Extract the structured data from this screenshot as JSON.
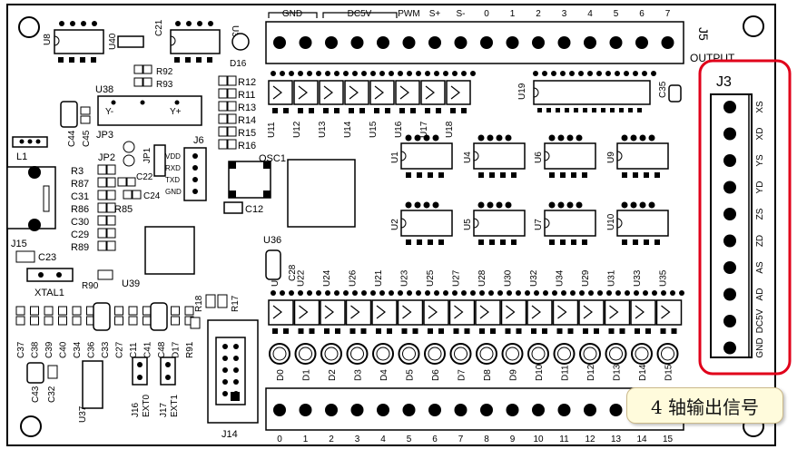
{
  "board": {
    "output_header": {
      "group_labels": {
        "gnd": "GND",
        "dc5v": "DC5V"
      },
      "pin_labels": [
        "PWM",
        "S+",
        "S-",
        "0",
        "1",
        "2",
        "3",
        "4",
        "5",
        "6",
        "7"
      ],
      "designator": "J5",
      "title": "OUTPUT",
      "pin_count": 16
    },
    "input_header": {
      "pin_labels": [
        "0",
        "1",
        "2",
        "3",
        "4",
        "5",
        "6",
        "7",
        "8",
        "9",
        "10",
        "11",
        "12",
        "13",
        "14",
        "15"
      ],
      "pin_count": 16
    },
    "j3": {
      "designator": "J3",
      "pin_labels": [
        "XS",
        "XD",
        "YS",
        "YD",
        "ZS",
        "ZD",
        "AS",
        "AD",
        "DC5V",
        "GND"
      ],
      "highlight_color": "#e0001a"
    },
    "callout": {
      "text": "4 轴输出信号"
    },
    "top_resistors": [
      "U11",
      "U12",
      "U13",
      "U14",
      "U15",
      "U16",
      "U17",
      "U18"
    ],
    "bottom_resistors": [
      "U20",
      "U22",
      "U24",
      "U26",
      "U21",
      "U23",
      "U25",
      "U27",
      "U28",
      "U30",
      "U32",
      "U34",
      "U29",
      "U31",
      "U33",
      "U35"
    ],
    "leds": [
      "D0",
      "D1",
      "D2",
      "D3",
      "D4",
      "D5",
      "D6",
      "D7",
      "D8",
      "D9",
      "D10",
      "D11",
      "D12",
      "D13",
      "D14",
      "D15"
    ],
    "optos_row1": [
      "U1",
      "U4",
      "U6",
      "U9"
    ],
    "optos_row2": [
      "U2",
      "U5",
      "U7",
      "U10"
    ],
    "resistor_stack": [
      "R12",
      "R11",
      "R13",
      "R14",
      "R15",
      "R16"
    ],
    "left_column": [
      "R3",
      "R87",
      "C31",
      "R86",
      "C30",
      "C29",
      "R89"
    ],
    "bottom_caps": [
      "C37",
      "C38",
      "C39",
      "C40",
      "C34",
      "C36",
      "C33",
      "C27",
      "C11",
      "C41",
      "C48",
      "D17",
      "R91"
    ],
    "labels": {
      "u8": "U8",
      "u40": "U40",
      "c21": "C21",
      "u3": "U3",
      "d16": "D16",
      "r92": "R92",
      "r93": "R93",
      "u38": "U38",
      "y_minus": "Y-",
      "y_plus": "Y+",
      "jp3": "JP3",
      "jp2": "JP2",
      "jp1": "JP1",
      "j6": "J6",
      "j6_pins": [
        "VDD",
        "RXD",
        "TXD",
        "GND"
      ],
      "c44": "C44",
      "c45": "C45",
      "l1": "L1",
      "osc1": "OSC1",
      "c12": "C12",
      "c22": "C22",
      "c24": "C24",
      "r85": "R85",
      "j15": "J15",
      "c23": "C23",
      "xtal1": "XTAL1",
      "r90": "R90",
      "u39": "U39",
      "u36": "U36",
      "c28": "C28",
      "u19": "U19",
      "c35": "C35",
      "r18": "R18",
      "r17": "R17",
      "c43": "C43",
      "c32": "C32",
      "u37": "U37",
      "j16": "J16",
      "ext0": "EXT0",
      "j17": "J17",
      "ext1": "EXT1",
      "j14": "J14"
    }
  }
}
